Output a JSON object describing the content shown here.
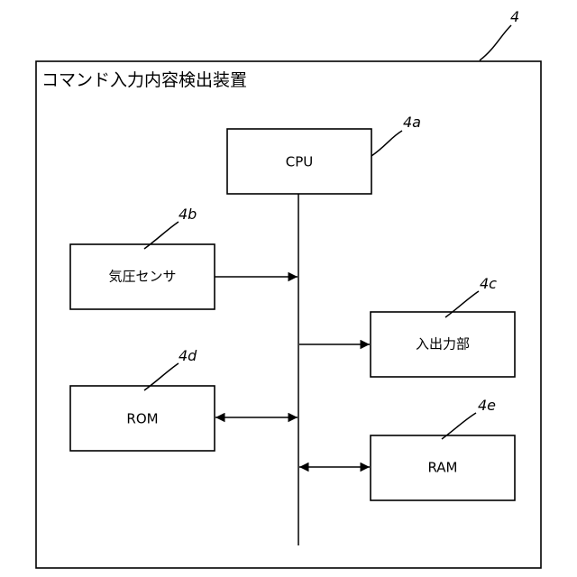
{
  "outer": {
    "title": "コマンド入力内容検出装置",
    "ref": "4"
  },
  "blocks": {
    "cpu": {
      "label": "CPU",
      "ref": "4a"
    },
    "pressure_sensor": {
      "label": "気圧センサ",
      "ref": "4b"
    },
    "io_unit": {
      "label": "入出力部",
      "ref": "4c"
    },
    "rom": {
      "label": "ROM",
      "ref": "4d"
    },
    "ram": {
      "label": "RAM",
      "ref": "4e"
    }
  }
}
